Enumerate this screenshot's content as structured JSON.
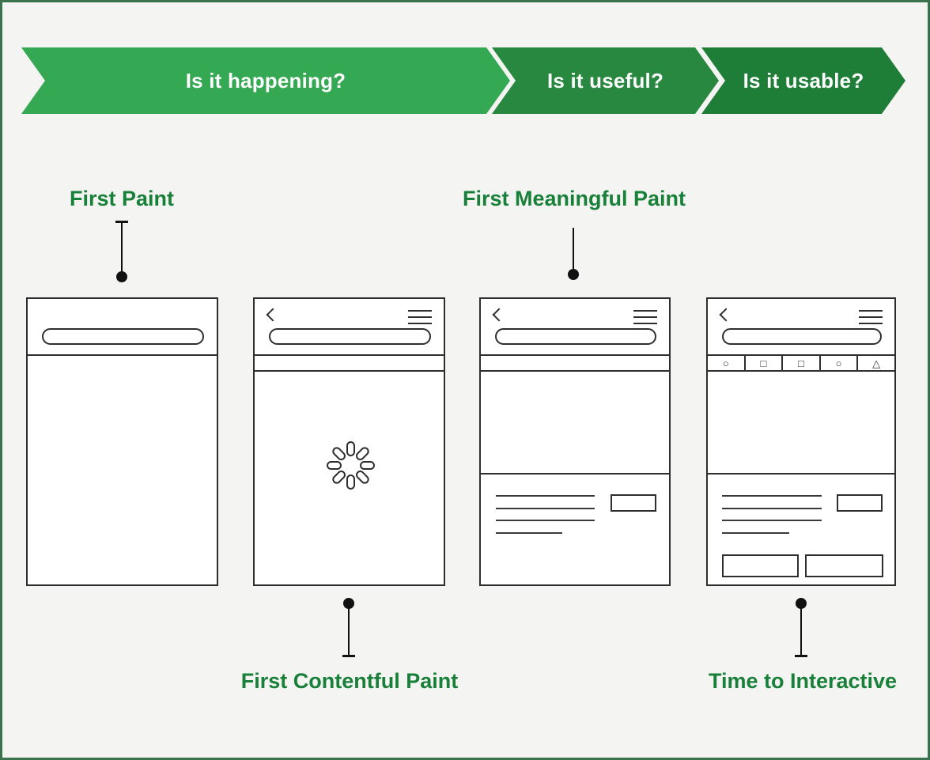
{
  "banner": {
    "segments": [
      {
        "label": "Is it happening?",
        "color": "#34a853"
      },
      {
        "label": "Is it useful?",
        "color": "#28883f"
      },
      {
        "label": "Is it usable?",
        "color": "#1e7e37"
      }
    ]
  },
  "metrics": {
    "first_paint": "First Paint",
    "first_meaningful_paint": "First Meaningful Paint",
    "first_contentful_paint": "First Contentful Paint",
    "time_to_interactive": "Time to Interactive"
  },
  "phones": [
    {
      "name": "blank-screen"
    },
    {
      "name": "loading-screen-with-spinner"
    },
    {
      "name": "hero-content-screen"
    },
    {
      "name": "interactive-screen",
      "tab_icons": [
        "○",
        "□",
        "□",
        "○",
        "△"
      ]
    }
  ],
  "colors": {
    "background": "#f4f4f2",
    "frame_border": "#39724c",
    "label_green": "#188038",
    "sketch_ink": "#2e2e2e",
    "banner_text": "#ffffff"
  }
}
